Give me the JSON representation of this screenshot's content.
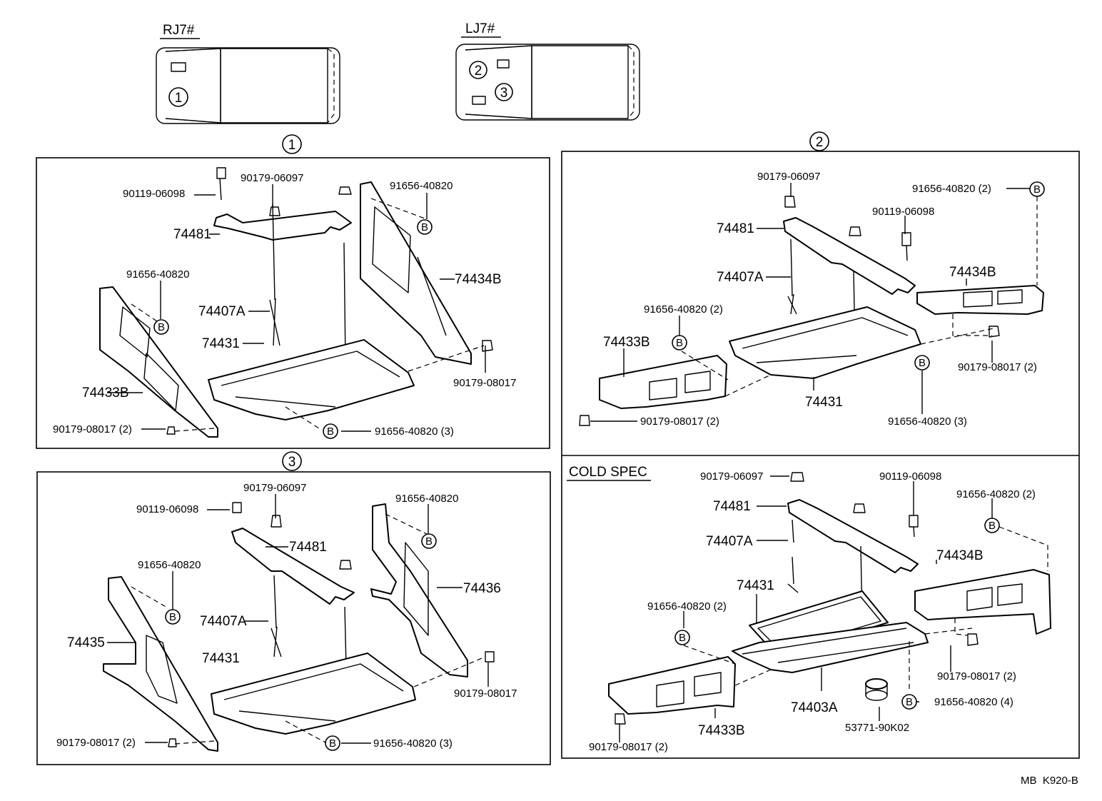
{
  "vehicles": {
    "rj": "RJ7#",
    "lj": "LJ7#"
  },
  "view_markers": {
    "one": "1",
    "two": "2",
    "three": "3"
  },
  "badge": "B",
  "cold_spec": "COLD SPEC",
  "footer_code": "MB  K920-B",
  "panel1": {
    "p_90119_06098": "90119-06098",
    "p_90179_06097": "90179-06097",
    "p_91656_40820_top": "91656-40820",
    "p_74481": "74481",
    "p_74434B": "74434B",
    "p_91656_40820_left": "91656-40820",
    "p_74407A": "74407A",
    "p_74431": "74431",
    "p_74433B": "74433B",
    "p_90179_08017_right": "90179-08017",
    "p_90179_08017_2": "90179-08017 (2)",
    "p_91656_40820_3": "91656-40820 (3)"
  },
  "panel2": {
    "p_90179_06097": "90179-06097",
    "p_91656_40820_2": "91656-40820 (2)",
    "p_90119_06098": "90119-06098",
    "p_74481": "74481",
    "p_74434B": "74434B",
    "p_74407A": "74407A",
    "p_91656_40820_2_left": "91656-40820 (2)",
    "p_74433B": "74433B",
    "p_90179_08017_2_right": "90179-08017 (2)",
    "p_74431": "74431",
    "p_90179_08017_2": "90179-08017 (2)",
    "p_91656_40820_3": "91656-40820 (3)"
  },
  "panel3": {
    "p_90179_06097": "90179-06097",
    "p_90119_06098": "90119-06098",
    "p_91656_40820_top": "91656-40820",
    "p_74481": "74481",
    "p_91656_40820_left": "91656-40820",
    "p_74436": "74436",
    "p_74407A": "74407A",
    "p_74435": "74435",
    "p_74431": "74431",
    "p_90179_08017_right": "90179-08017",
    "p_90179_08017_2": "90179-08017 (2)",
    "p_91656_40820_3": "91656-40820 (3)"
  },
  "panel4": {
    "p_90179_06097": "90179-06097",
    "p_90119_06098": "90119-06098",
    "p_91656_40820_2": "91656-40820 (2)",
    "p_74481": "74481",
    "p_74407A": "74407A",
    "p_74434B": "74434B",
    "p_74431": "74431",
    "p_91656_40820_2_left": "91656-40820 (2)",
    "p_90179_08017_2_right": "90179-08017 (2)",
    "p_74403A": "74403A",
    "p_91656_40820_4": "91656-40820 (4)",
    "p_90179_08017_2": "90179-08017 (2)",
    "p_74433B": "74433B",
    "p_53771_90K02": "53771-90K02"
  }
}
